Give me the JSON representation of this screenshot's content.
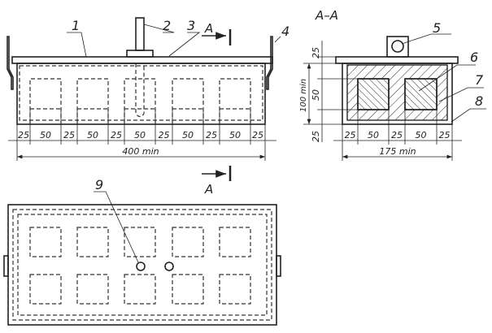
{
  "callouts": [
    "1",
    "2",
    "3",
    "4",
    "5",
    "6",
    "7",
    "8",
    "9"
  ],
  "section_marker": "A",
  "section_title": "A–A",
  "front_view": {
    "dims_small": [
      "25",
      "50",
      "25",
      "50",
      "25",
      "50",
      "25",
      "50",
      "25",
      "50",
      "25"
    ],
    "dim_total": "400 min"
  },
  "section_view": {
    "dims_small": [
      "25",
      "50",
      "25",
      "50",
      "25"
    ],
    "dim_total": "175 min",
    "dim_vertical": [
      "25",
      "50",
      "100 min",
      "25"
    ]
  }
}
